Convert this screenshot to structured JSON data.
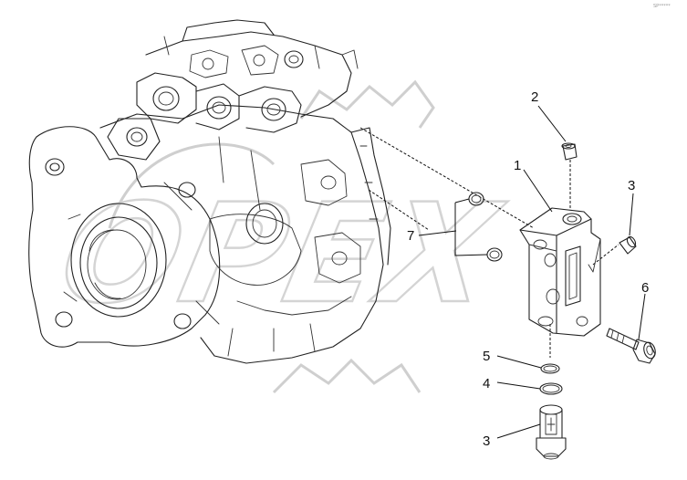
{
  "diagram": {
    "watermark_text": "OPEX",
    "corner_code": "SP*****",
    "callouts": {
      "c1": "1",
      "c2": "2",
      "c3_top": "3",
      "c3_bottom": "3",
      "c4": "4",
      "c5": "5",
      "c6": "6",
      "c7": "7"
    }
  }
}
